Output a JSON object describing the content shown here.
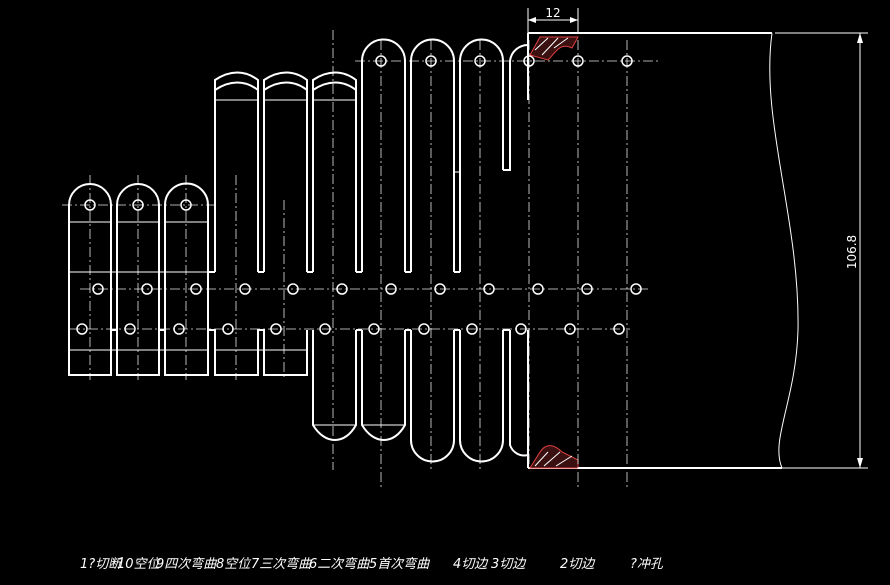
{
  "drawing": {
    "dimensions": {
      "pitch_label": "12",
      "height_label": "106.8"
    },
    "stations": [
      {
        "label": "1?切断"
      },
      {
        "label": "10空位"
      },
      {
        "label": "9四次弯曲"
      },
      {
        "label": "8空位"
      },
      {
        "label": "7三次弯曲"
      },
      {
        "label": "6二次弯曲"
      },
      {
        "label": "5首次弯曲"
      },
      {
        "label": "4切边"
      },
      {
        "label": "3切边"
      },
      {
        "label": "2切边"
      },
      {
        "label": "?冲孔"
      }
    ],
    "colors": {
      "background": "#000000",
      "line": "#ffffff",
      "hatch": "#e04040"
    }
  }
}
